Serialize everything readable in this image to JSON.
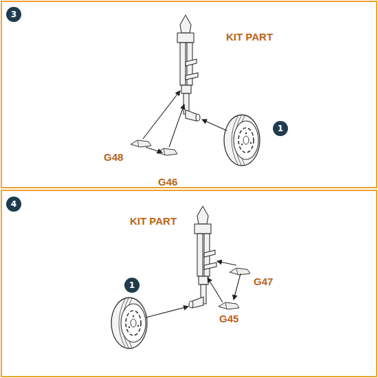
{
  "diagram": {
    "nodes": [
      {
        "text": [
          "3"
        ]
      },
      {
        "text": [
          "1"
        ]
      },
      {
        "text": [
          "4"
        ]
      },
      {
        "text": [
          "1"
        ]
      }
    ],
    "labels": [
      "KIT PART",
      "G48",
      "G46",
      "KIT PART",
      "G47",
      "G45"
    ]
  }
}
